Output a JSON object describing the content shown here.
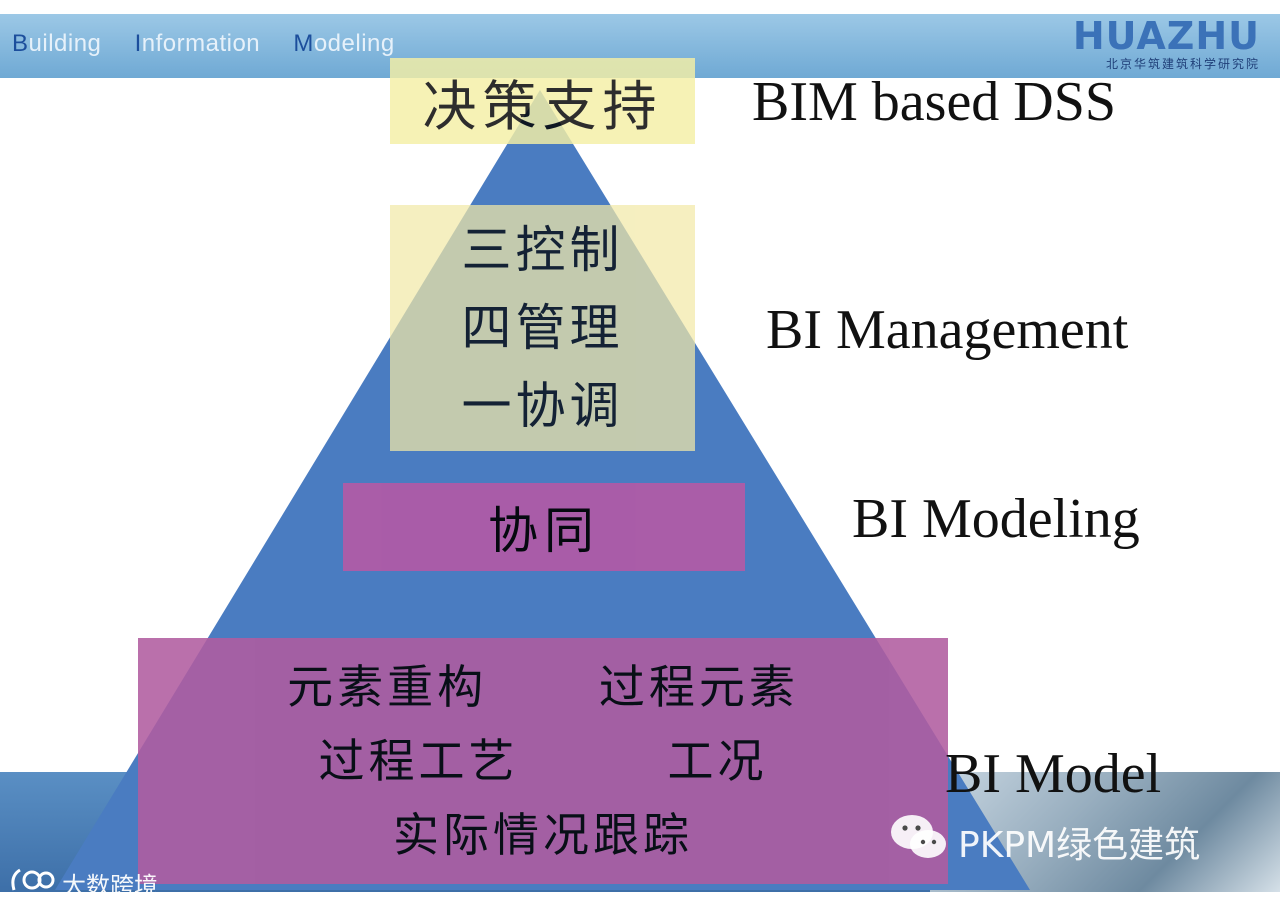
{
  "header": {
    "title_words": [
      {
        "cap": "B",
        "rest": "uilding"
      },
      {
        "cap": "I",
        "rest": "nformation"
      },
      {
        "cap": "M",
        "rest": "odeling"
      }
    ],
    "logo_name": "HUAZHU",
    "logo_sub": "北京华筑建筑科学研究院"
  },
  "pyramid": {
    "fill": "#4a7cc1",
    "levels": [
      {
        "box_text": "决策支持",
        "label": "BIM based DSS",
        "box_color": "#f5f0a6"
      },
      {
        "box_text": "三控制\n四管理\n一协调",
        "label": "BI Management",
        "box_color": "#f2e9a8"
      },
      {
        "box_text": "协同",
        "label": "BI Modeling",
        "box_color": "#b25aa6"
      },
      {
        "box_text": "元素重构      过程元素\n过程工艺        工况\n实际情况跟踪",
        "label": "BI Model",
        "box_color": "#b05c9f"
      }
    ]
  },
  "watermarks": {
    "left": "大数跨境",
    "right": "PKPM绿色建筑"
  }
}
